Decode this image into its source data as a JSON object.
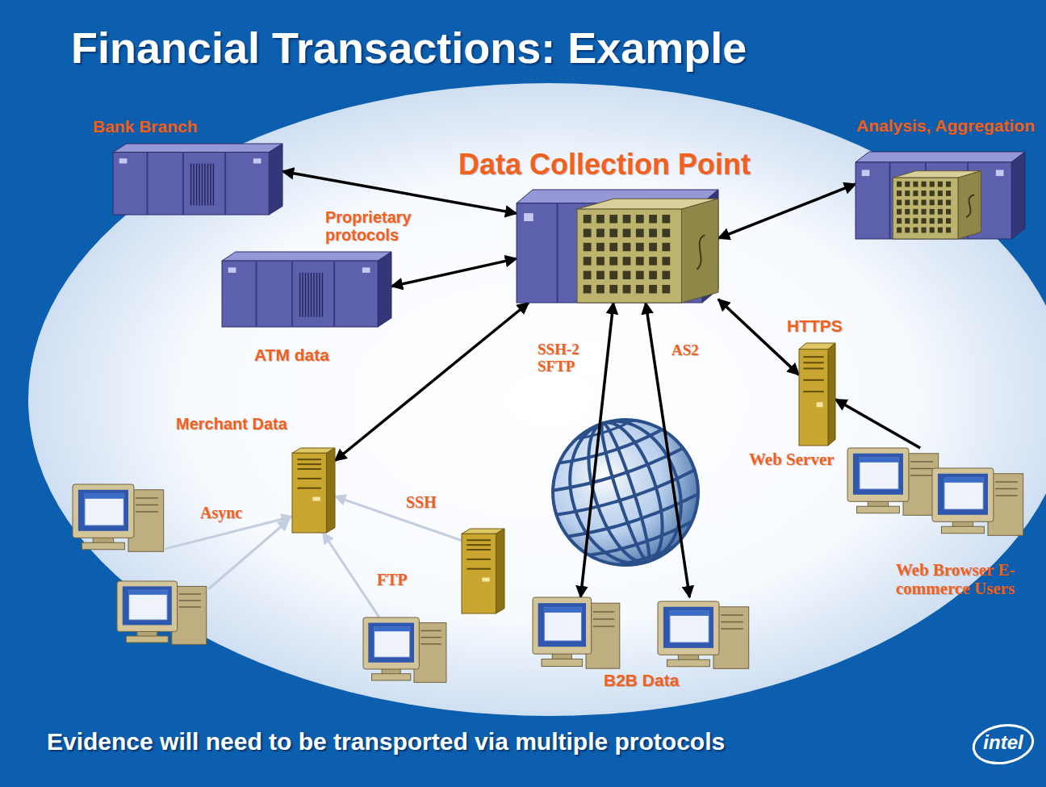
{
  "diagram": {
    "title": "Financial Transactions: Example",
    "caption": "Evidence will need to be transported via multiple protocols",
    "nodes": [
      {
        "text": [
          "Bank Branch"
        ]
      },
      {
        "text": [
          "Data Collection Point"
        ]
      },
      {
        "text": [
          "Analysis, Aggregation"
        ]
      },
      {
        "text": [
          "ATM data"
        ]
      },
      {
        "text": [
          "HTTPS",
          "Web Server"
        ]
      },
      {
        "text": [
          "Merchant Data"
        ]
      },
      {
        "text": [
          "Async"
        ]
      },
      {
        "text": [
          "SSH"
        ]
      },
      {
        "text": [
          "FTP"
        ]
      },
      {
        "text": [
          "B2B Data"
        ]
      },
      {
        "text": [
          "Web Browser E-commerce Users"
        ]
      }
    ],
    "edges": [
      {
        "from": 0,
        "to": 1,
        "arrow": "both"
      },
      {
        "from": 3,
        "to": 1,
        "arrow": "both"
      },
      {
        "from": 2,
        "to": 1,
        "arrow": "both"
      },
      {
        "from": 5,
        "to": 1,
        "arrow": "both"
      },
      {
        "from": 1,
        "to": 4,
        "arrow": "both"
      },
      {
        "from": 10,
        "to": 4,
        "arrow": "to"
      },
      {
        "from": 1,
        "to": 9,
        "label": "SSH-2 SFTP",
        "arrow": "both"
      },
      {
        "from": 1,
        "to": 9,
        "label": "AS2",
        "arrow": "both"
      },
      {
        "from": 6,
        "to": 5,
        "arrow": "to"
      },
      {
        "from": 8,
        "to": 5,
        "arrow": "to"
      },
      {
        "from": 7,
        "to": 5,
        "arrow": "to"
      }
    ],
    "labels": [
      "Proprietary protocols",
      "intel"
    ]
  }
}
